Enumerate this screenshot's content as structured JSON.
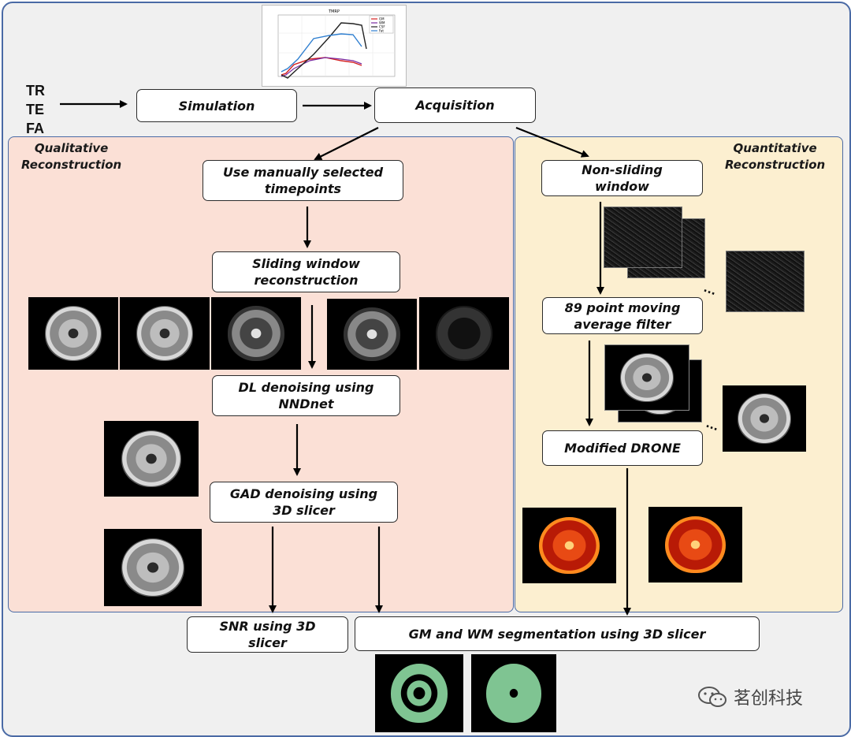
{
  "parameters": [
    "TR",
    "TE",
    "FA"
  ],
  "simulation_label": "Simulation",
  "acquisition_label": "Acquisition",
  "qualitative": {
    "title": "Qualitative\nReconstruction",
    "steps": [
      "Use manually selected\ntimepoints",
      "Sliding window\nreconstruction",
      "DL denoising using\nNNDnet",
      "GAD denoising using\n3D slicer"
    ]
  },
  "quantitative": {
    "title": "Quantitative\nReconstruction",
    "steps": [
      "Non-sliding\nwindow",
      "89 point moving\naverage filter",
      "Modified DRONE"
    ]
  },
  "outputs": {
    "snr": "SNR using 3D\nslicer",
    "segmentation": "GM and WM segmentation using 3D slicer"
  },
  "ellipsis": "...",
  "watermark": "茗创科技",
  "inset_chart": {
    "title": "TMRP",
    "legend": [
      "GM",
      "WM",
      "CSF",
      "Fat"
    ],
    "colors": {
      "accent": "#4a6aa5",
      "left_panel": "#fbe0d6",
      "right_panel": "#fcefd0"
    }
  }
}
